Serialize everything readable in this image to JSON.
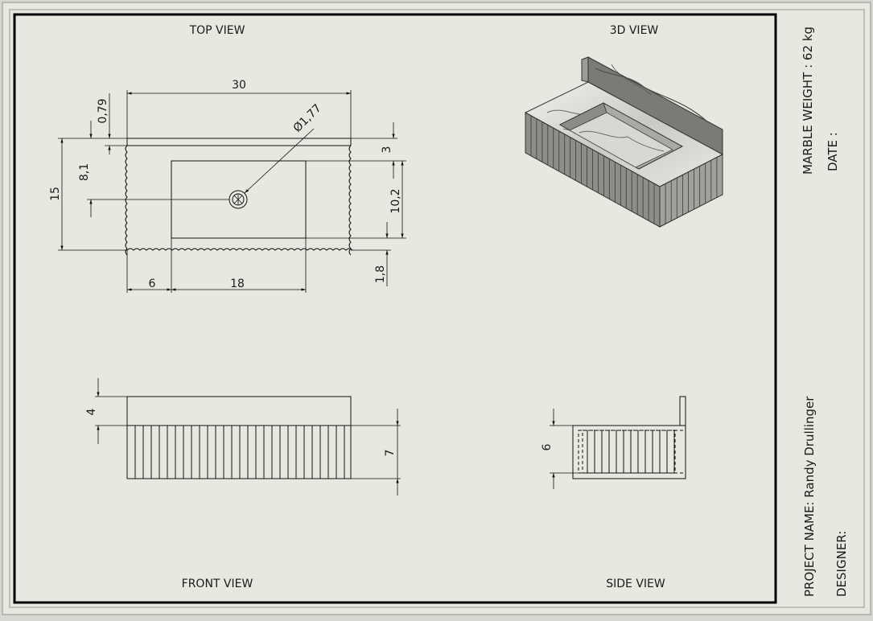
{
  "views": {
    "top": "TOP VIEW",
    "three_d": "3D VIEW",
    "front": "FRONT VIEW",
    "side": "SIDE VIEW"
  },
  "dimensions": {
    "width_30": "30",
    "offset_0_79": "0,79",
    "diameter_1_77": "Ø1,77",
    "height_15": "15",
    "drain_8_1": "8,1",
    "back_3": "3",
    "basin_10_2": "10,2",
    "front_1_8": "1,8",
    "left_6": "6",
    "basin_18": "18",
    "slab_4": "4",
    "fluted_7": "7",
    "side_6": "6"
  },
  "title_block": {
    "marble_weight": "MARBLE WEIGHT : 62 kg",
    "date": "DATE :",
    "project_name": "PROJECT NAME: Randy Drullinger",
    "designer": "DESIGNER:"
  }
}
